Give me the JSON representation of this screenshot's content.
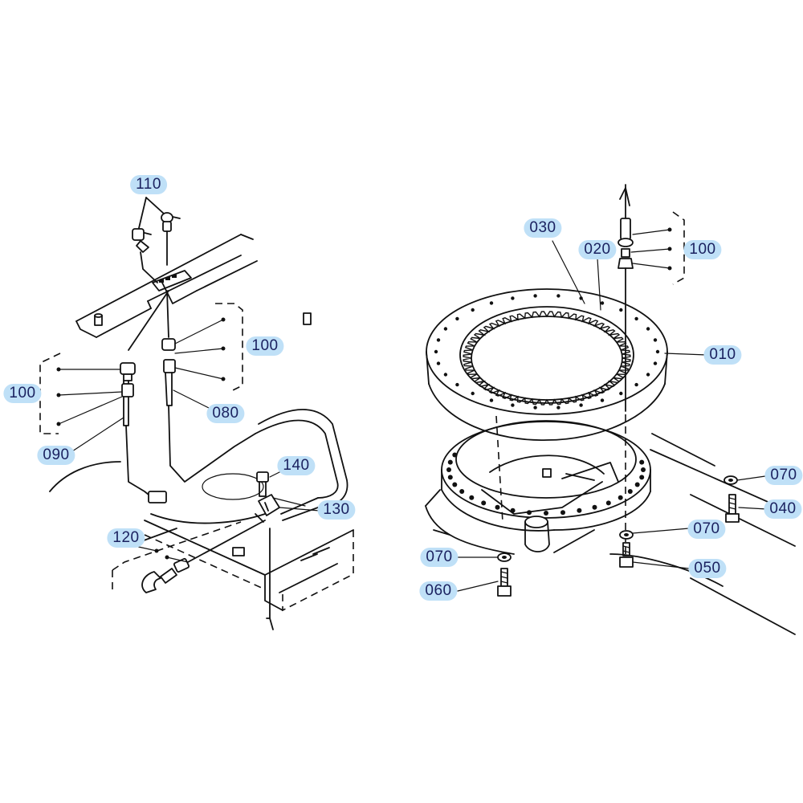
{
  "diagram": {
    "labels": {
      "l110": "110",
      "l100_left": "100",
      "l100_mid": "100",
      "l090": "090",
      "l080": "080",
      "l140": "140",
      "l130": "130",
      "l120": "120",
      "l030": "030",
      "l020": "020",
      "l100_right": "100",
      "l010": "010",
      "l070_a": "070",
      "l040": "040",
      "l070_b": "070",
      "l070_c": "070",
      "l050": "050",
      "l060": "060"
    },
    "colors": {
      "line": "#111111",
      "callout_bg": "#bfe0f7",
      "callout_text": "#1b2260"
    }
  }
}
